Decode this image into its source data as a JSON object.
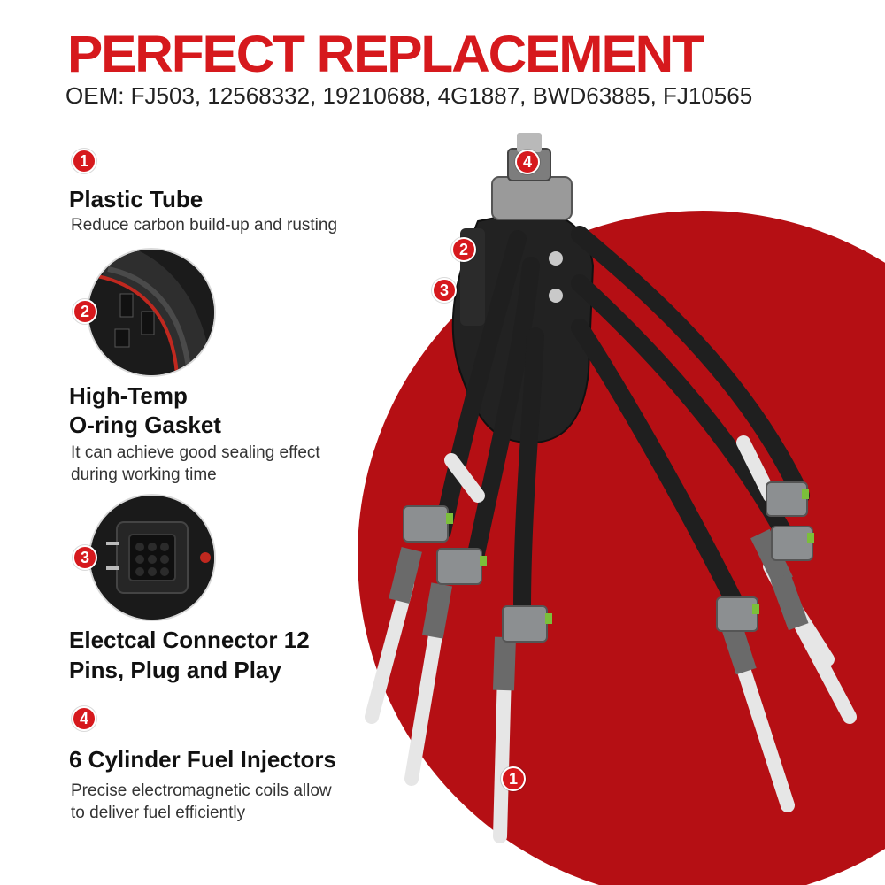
{
  "colors": {
    "brand_red": "#d6191d",
    "disc_red": "#b50f14",
    "hose_black": "#1f1f1f",
    "tube_white": "#eeeeee",
    "connector_grey": "#8c8f91"
  },
  "header": {
    "title": "PERFECT REPLACEMENT",
    "oem_line": "OEM: FJ503, 12568332, 19210688, 4G1887, BWD63885, FJ10565"
  },
  "features": [
    {
      "number": "1",
      "title": "Plastic Tube",
      "desc": "Reduce carbon build-up and rusting"
    },
    {
      "number": "2",
      "title_lines": [
        "High-Temp",
        "O-ring Gasket"
      ],
      "desc_lines": [
        "It can achieve good sealing effect",
        "during working time"
      ]
    },
    {
      "number": "3",
      "title_lines": [
        "Electcal Connector 12",
        "Pins, Plug and Play"
      ]
    },
    {
      "number": "4",
      "title": "6 Cylinder Fuel Injectors",
      "desc_lines": [
        "Precise electromagnetic coils allow",
        "to deliver fuel efficiently"
      ]
    }
  ],
  "callouts": {
    "c1": "1",
    "c2": "2",
    "c3": "3",
    "c4": "4",
    "photo2": "2",
    "photo3": "3"
  },
  "icons": {
    "product": "fuel-injector-assembly-image",
    "gasket_photo": "o-ring-gasket-closeup-image",
    "connector_photo": "electrical-connector-closeup-image"
  }
}
